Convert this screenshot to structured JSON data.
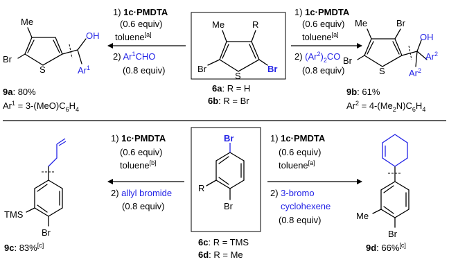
{
  "top": {
    "center": {
      "atoms": {
        "me": "Me",
        "r": "R",
        "br_left": "Br",
        "s": "S",
        "br_right": "Br"
      },
      "label_a_code": "6a",
      "label_a_rest": ": R = H",
      "label_b_code": "6b",
      "label_b_rest": ": R = Br"
    },
    "left_arrow": {
      "step1_num": "1) ",
      "step1_reagent": "1c·PMDTA",
      "step1_equiv": "(0.6 equiv)",
      "solvent": "toluene",
      "solvent_note": "[a]",
      "step2_num": "2) ",
      "step2_reagent_main": "Ar",
      "step2_reagent_sup": "1",
      "step2_reagent_end": "CHO",
      "step2_equiv": "(0.8 equiv)"
    },
    "right_arrow": {
      "step1_num": "1) ",
      "step1_reagent": "1c·PMDTA",
      "step1_equiv": "(0.6 equiv)",
      "solvent": "toluene",
      "solvent_note": "[a]",
      "step2_num": "2) ",
      "step2_reagent_a": "(Ar",
      "step2_reagent_sup": "2",
      "step2_reagent_b": ")",
      "step2_reagent_sub": "2",
      "step2_reagent_c": "CO",
      "step2_equiv": "(0.8 equiv)"
    },
    "product_left": {
      "atoms": {
        "me": "Me",
        "br": "Br",
        "s": "S",
        "oh": "OH",
        "ar": "Ar",
        "ar_sup": "1"
      },
      "code": "9a",
      "yield": ":  80%",
      "def_a": "Ar",
      "def_sup": "1",
      "def_b": " = 3-(MeO)C",
      "def_sub": "6",
      "def_c": "H",
      "def_sub2": "4"
    },
    "product_right": {
      "atoms": {
        "me": "Me",
        "br_top": "Br",
        "br_left": "Br",
        "s": "S",
        "oh": "OH",
        "ar_a": "Ar",
        "ar_a_sup": "2",
        "ar_b": "Ar",
        "ar_b_sup": "2"
      },
      "code": "9b",
      "yield": ": 61%",
      "def_a": "Ar",
      "def_sup": "2",
      "def_b": " = 4-(Me",
      "def_sub": "2",
      "def_c": "N)C",
      "def_sub2": "6",
      "def_d": "H",
      "def_sub3": "4"
    }
  },
  "bottom": {
    "center": {
      "atoms": {
        "br_top": "Br",
        "r": "R",
        "br_bottom": "Br"
      },
      "label_c_code": "6c",
      "label_c_rest": ": R = TMS",
      "label_d_code": "6d",
      "label_d_rest": ": R = Me"
    },
    "left_arrow": {
      "step1_num": "1) ",
      "step1_reagent": "1c·PMDTA",
      "step1_equiv": "(0.6 equiv)",
      "solvent": "toluene",
      "solvent_note": "[b]",
      "step2_num": "2) ",
      "step2_reagent": "allyl bromide",
      "step2_equiv": "(0.8 equiv)"
    },
    "right_arrow": {
      "step1_num": "1) ",
      "step1_reagent": "1c·PMDTA",
      "step1_equiv": "(0.6 equiv)",
      "solvent": "toluene",
      "solvent_note": "[a]",
      "step2_num": "2) ",
      "step2_reagent_line1": "3-bromo",
      "step2_reagent_line2": "cyclohexene",
      "step2_equiv": "(0.8 equiv)"
    },
    "product_left": {
      "atoms": {
        "tms": "TMS",
        "br": "Br"
      },
      "code": "9c",
      "yield": ": 83%",
      "note": "[c]"
    },
    "product_right": {
      "atoms": {
        "me": "Me",
        "br": "Br"
      },
      "code": "9d",
      "yield": ": 66%",
      "note": "[c]"
    }
  },
  "colors": {
    "reagent_blue": "#2323e6",
    "ink": "#000000",
    "background": "#ffffff"
  }
}
